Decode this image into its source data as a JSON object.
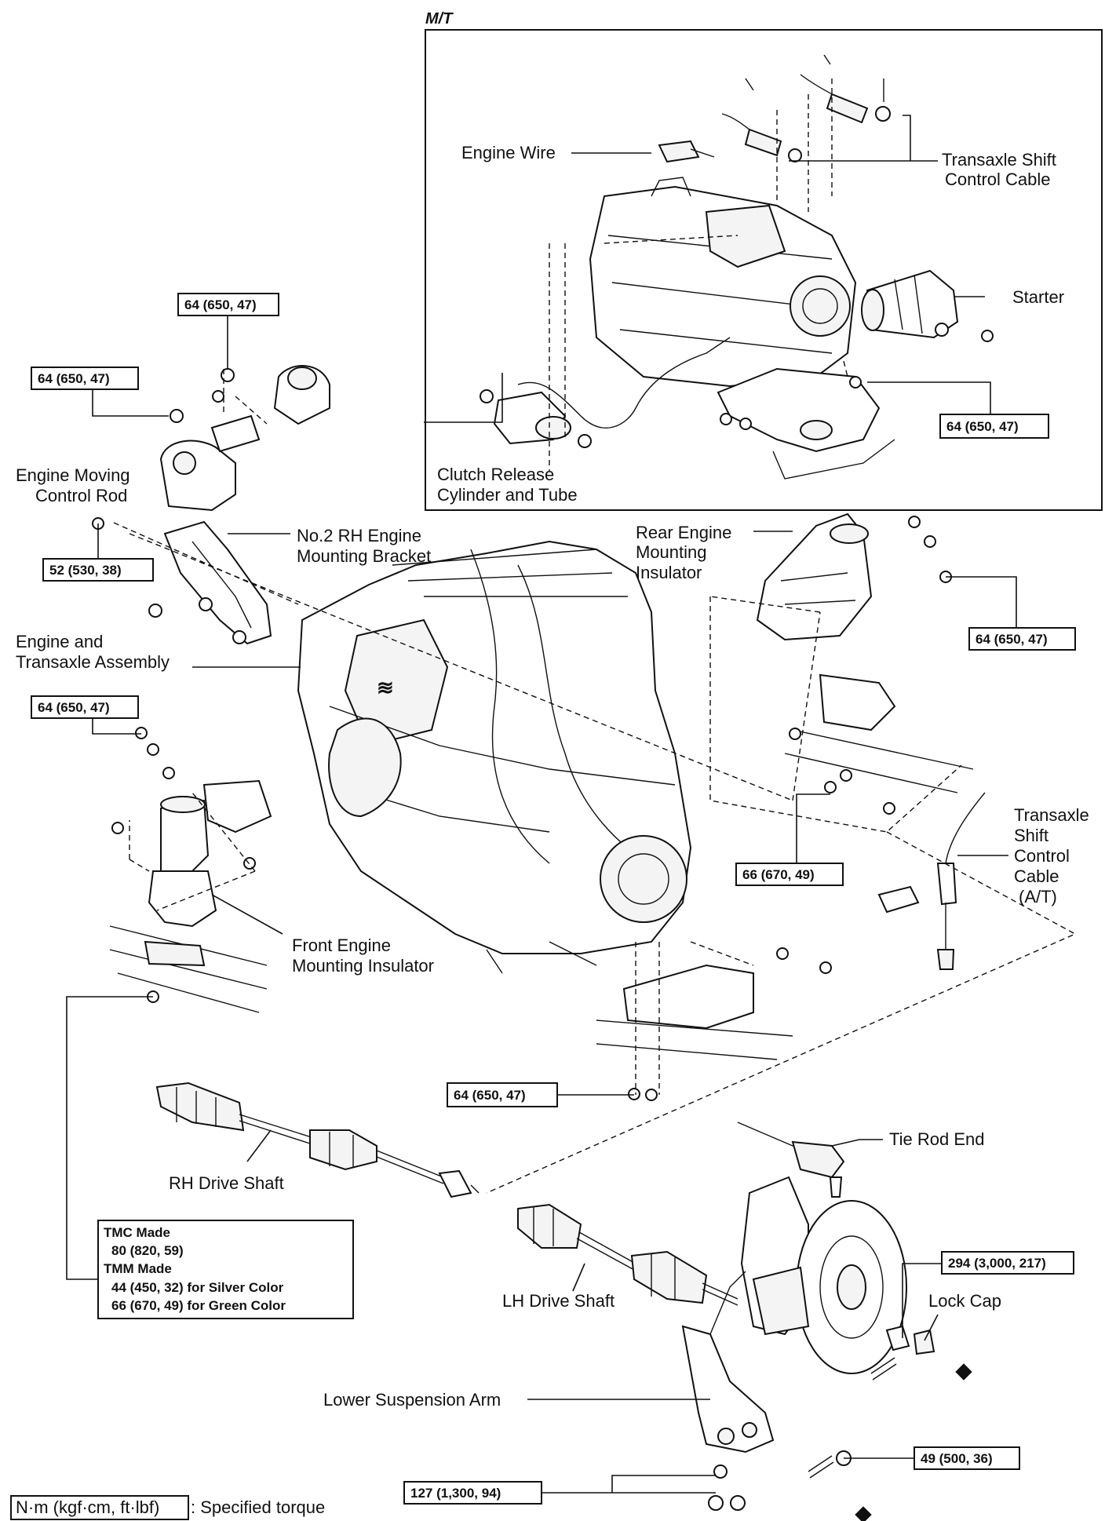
{
  "inset": {
    "header": "M/T"
  },
  "labels": {
    "engine_wire": "Engine Wire",
    "trans_shift_mt_1": "Transaxle Shift",
    "trans_shift_mt_2": "Control Cable",
    "starter": "Starter",
    "clutch_1": "Clutch Release",
    "clutch_2": "Cylinder and Tube",
    "engine_moving_1": "Engine Moving",
    "engine_moving_2": "Control Rod",
    "rh_bracket_1": "No.2 RH Engine",
    "rh_bracket_2": "Mounting Bracket",
    "rear_insulator_1": "Rear Engine",
    "rear_insulator_2": "Mounting",
    "rear_insulator_3": "Insulator",
    "engine_trans_1": "Engine and",
    "engine_trans_2": "Transaxle Assembly",
    "trans_shift_at_1": "Transaxle",
    "trans_shift_at_2": "Shift",
    "trans_shift_at_3": "Control",
    "trans_shift_at_4": "Cable",
    "trans_shift_at_5": "(A/T)",
    "front_insulator_1": "Front Engine",
    "front_insulator_2": "Mounting Insulator",
    "tie_rod_end": "Tie Rod End",
    "rh_drive_shaft": "RH Drive Shaft",
    "lh_drive_shaft": "LH Drive Shaft",
    "lock_cap": "Lock Cap",
    "lower_arm": "Lower Suspension Arm"
  },
  "torques": {
    "top_rod": "64 (650, 47)",
    "left_rod": "64 (650, 47)",
    "inset_mount": "64 (650, 47)",
    "bracket": "52 (530, 38)",
    "rear_insulator": "64 (650, 47)",
    "front_insulator": "64 (650, 47)",
    "center_mount": "66 (670, 49)",
    "bottom_mount": "64 (650, 47)",
    "hub_nut": "294 (3,000, 217)",
    "lower_ball": "49 (500, 36)",
    "lower_arm": "127 (1,300, 94)"
  },
  "notes": {
    "tmc": "TMC Made",
    "tmc_val": "80 (820, 59)",
    "tmm": "TMM Made",
    "tmm_silver": "44 (450, 32) for Silver Color",
    "tmm_green": "66 (670, 49) for Green Color"
  },
  "legend": {
    "unit": "N·m (kgf·cm, ft·lbf)",
    "desc": ": Specified torque"
  }
}
